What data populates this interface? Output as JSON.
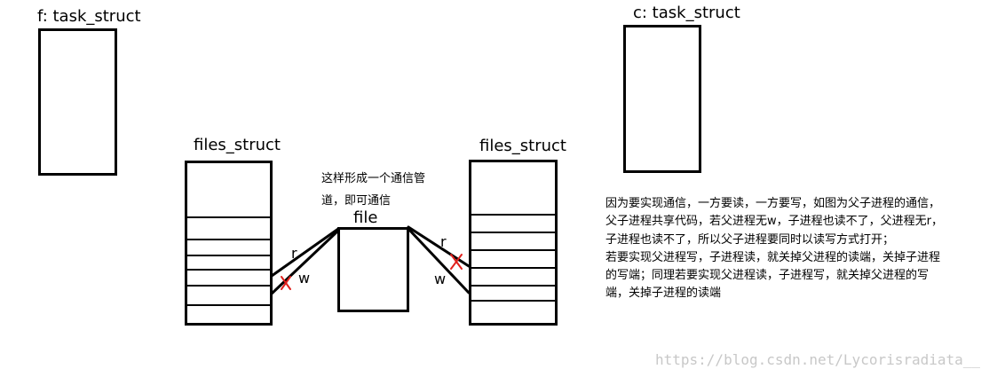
{
  "labels": {
    "parent_task": "f: task_struct",
    "child_task": "c: task_struct",
    "parent_files": "files_struct",
    "child_files": "files_struct",
    "file": "file",
    "read_left": "r",
    "write_left": "w",
    "read_right": "r",
    "write_right": "w"
  },
  "annotation": {
    "lines": [
      "这样形成一个通信管",
      "道，即可通信"
    ],
    "color": "#e0201c"
  },
  "note": {
    "lines": [
      "因为要实现通信，一方要读，一方要写，如图为父子进程的通信，",
      "父子进程共享代码，若父进程无w，子进程也读不了，父进程无r，",
      "子进程也读不了，所以父子进程要同时以读写方式打开；",
      "若要实现父进程写，子进程读，就关掉父进程的读端，关掉子进程",
      "的写端；同理若要实现父进程读，子进程写，就关掉父进程的写",
      "端，关掉子进程的读端"
    ]
  },
  "watermark": "https://blog.csdn.net/Lycorisradiata__",
  "colors": {
    "stroke": "#000000",
    "cross": "#e0201c"
  }
}
